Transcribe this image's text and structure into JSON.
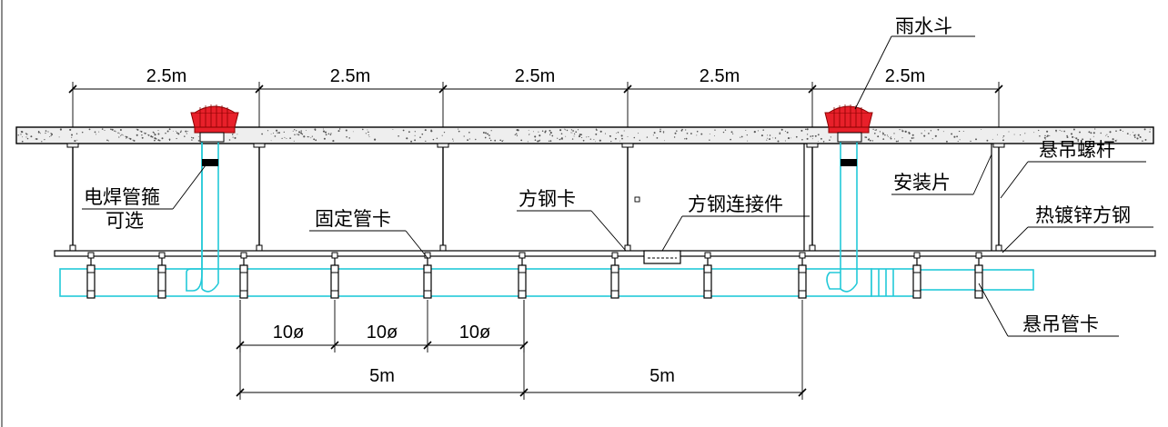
{
  "labels": {
    "rain_hopper": "雨水斗",
    "hanger_rod": "悬吊螺杆",
    "mounting_plate": "安装片",
    "galvanized_steel": "热镀锌方钢",
    "hanger_clamp": "悬吊管卡",
    "square_steel_clamp": "方钢卡",
    "square_steel_connector": "方钢连接件",
    "fixed_clamp": "固定管卡",
    "weld_hoop_line1": "电焊管箍",
    "weld_hoop_line2": "可选"
  },
  "top_dimensions": [
    "2.5m",
    "2.5m",
    "2.5m",
    "2.5m",
    "2.5m"
  ],
  "bottom_small_dimensions": [
    "10ø",
    "10ø",
    "10ø"
  ],
  "bottom_large_dimensions": [
    "5m",
    "5m"
  ],
  "colors": {
    "pipe": "#22c9d8",
    "hopper": "#e8202a",
    "slab_fill": "#eeeeee"
  }
}
